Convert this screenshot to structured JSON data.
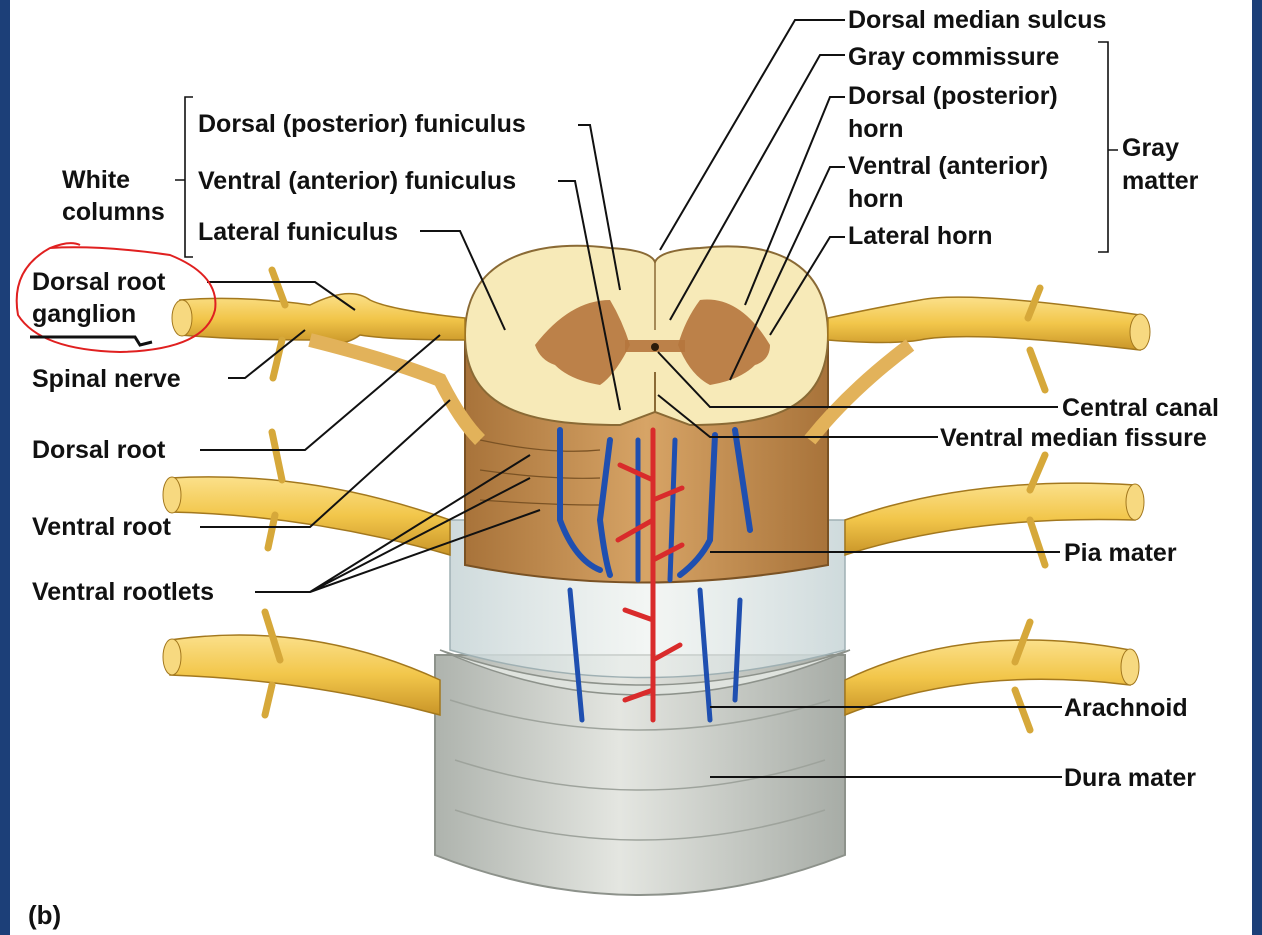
{
  "colors": {
    "frame": "#1c3f78",
    "nerve": "#f2c64a",
    "white_matter": "#f7eab8",
    "gray_matter": "#b5763d",
    "cord_side": "#c9924f",
    "vein": "#1f4fb0",
    "artery": "#d92b2b",
    "dura": "#c8ccc6",
    "annotation": "#e02020"
  },
  "labels": {
    "dorsal_median_sulcus": "Dorsal median sulcus",
    "gray_commissure": "Gray commissure",
    "dorsal_horn_1": "Dorsal (posterior)",
    "dorsal_horn_2": "horn",
    "ventral_horn_1": "Ventral (anterior)",
    "ventral_horn_2": "horn",
    "lateral_horn": "Lateral horn",
    "gray_matter_1": "Gray",
    "gray_matter_2": "matter",
    "dorsal_funiculus": "Dorsal (posterior) funiculus",
    "ventral_funiculus": "Ventral (anterior) funiculus",
    "lateral_funiculus": "Lateral funiculus",
    "white_columns_1": "White",
    "white_columns_2": "columns",
    "dorsal_root_ganglion_1": "Dorsal root",
    "dorsal_root_ganglion_2": "ganglion",
    "spinal_nerve": "Spinal nerve",
    "dorsal_root": "Dorsal root",
    "ventral_root": "Ventral root",
    "ventral_rootlets": "Ventral rootlets",
    "central_canal": "Central canal",
    "ventral_median_fissure": "Ventral median fissure",
    "pia_mater": "Pia mater",
    "arachnoid": "Arachnoid",
    "dura_mater": "Dura mater",
    "panel": "(b)"
  }
}
